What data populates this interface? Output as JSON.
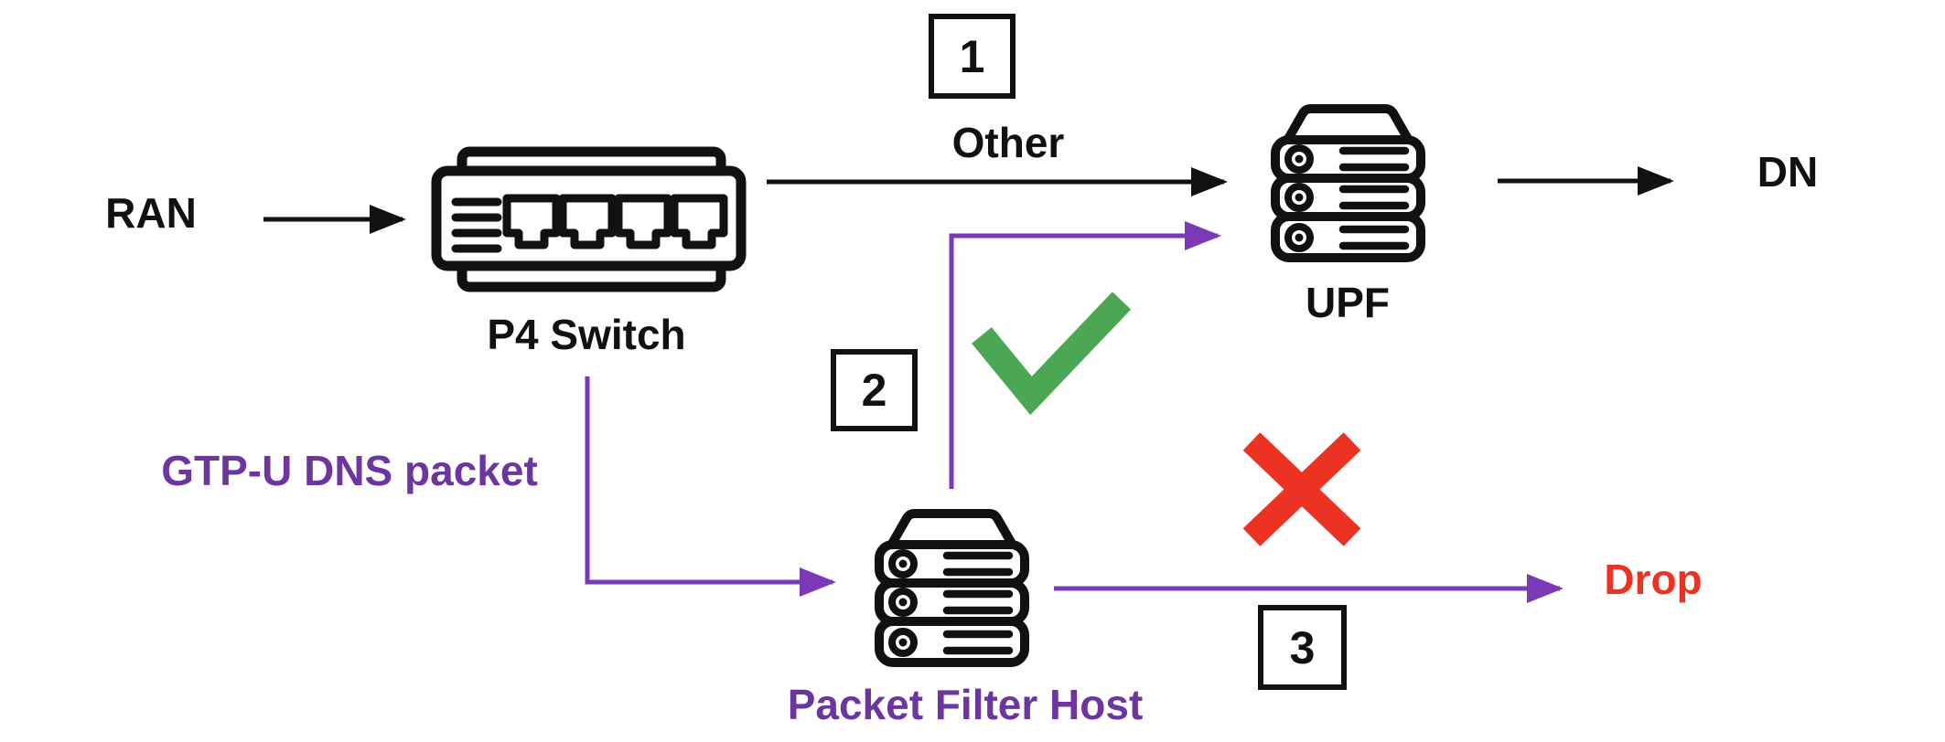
{
  "colors": {
    "black": "#111111",
    "purple-text": "#6C35A0",
    "purple-line": "#7A3AB8",
    "green": "#4BA753",
    "red": "#EC3323",
    "background": "#FFFFFF"
  },
  "nodes": {
    "ran": {
      "label": "RAN"
    },
    "p4_switch": {
      "label": "P4 Switch",
      "icon": "network-switch-icon"
    },
    "upf": {
      "label": "UPF",
      "icon": "server-stack-icon"
    },
    "dn": {
      "label": "DN"
    },
    "packet_filter_host": {
      "label": "Packet Filter Host",
      "icon": "server-stack-icon"
    },
    "drop": {
      "label": "Drop"
    }
  },
  "steps": {
    "step1": {
      "number": "1",
      "label": "Other"
    },
    "step2": {
      "number": "2",
      "result_icon": "checkmark"
    },
    "step3": {
      "number": "3",
      "result_icon": "cross"
    }
  },
  "edge_labels": {
    "gtpu_dns_packet": "GTP-U DNS packet"
  }
}
